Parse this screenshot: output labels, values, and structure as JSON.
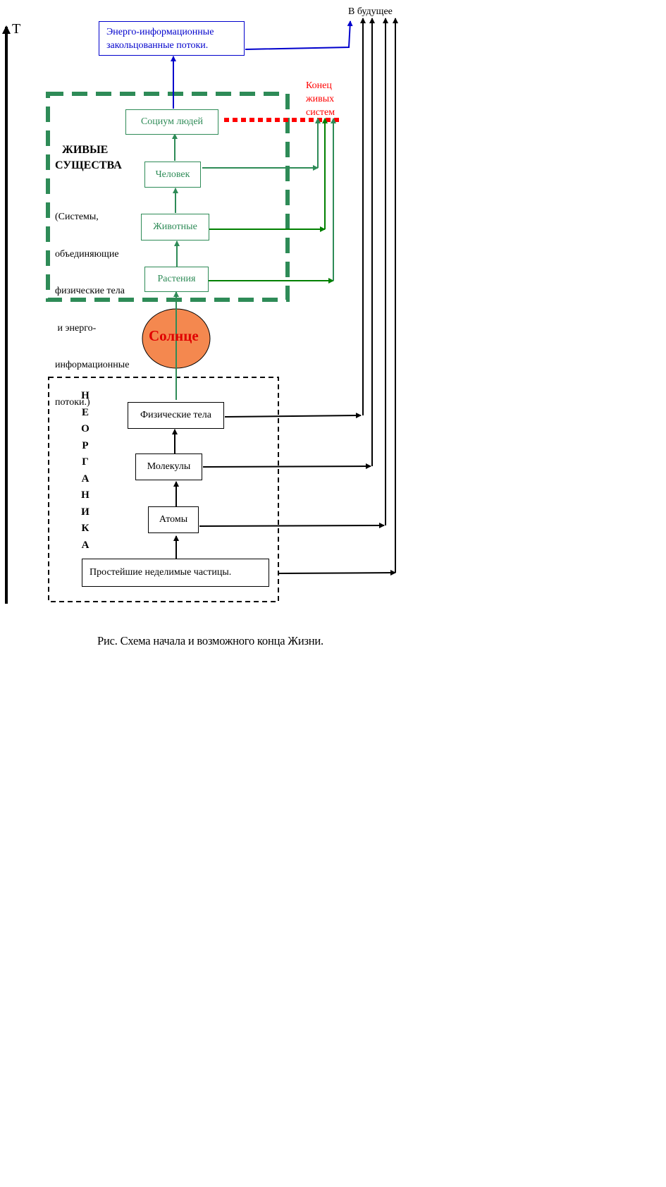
{
  "axis": {
    "label": "T"
  },
  "future_label": "В будущее",
  "energy_box": {
    "line1": "Энерго-информационные",
    "line2": "закольцованные потоки."
  },
  "end_label": {
    "line1": "Конец",
    "line2": "живых",
    "line3": "систем"
  },
  "living": {
    "title_line1": "ЖИВЫЕ",
    "title_line2": "СУЩЕСТВА",
    "desc": [
      "(Системы,",
      "объединяющие",
      "физические тела",
      " и энерго-",
      "информационные",
      "потоки.)"
    ],
    "nodes": {
      "society": "Социум людей",
      "human": "Человек",
      "animals": "Животные",
      "plants": "Растения"
    }
  },
  "sun": {
    "label": "Солнце"
  },
  "inorganic": {
    "title_letters": [
      "Н",
      "Е",
      "О",
      "Р",
      "Г",
      "А",
      "Н",
      "И",
      "К",
      "А"
    ],
    "nodes": {
      "bodies": "Физические тела",
      "molecules": "Молекулы",
      "atoms": "Атомы",
      "particles": "Простейшие неделимые частицы."
    }
  },
  "caption": "Рис. Схема начала и возможного конца Жизни.",
  "colors": {
    "green": "#2e8b57",
    "dark_green": "#008000",
    "blue": "#0000cc",
    "red": "#ff0000",
    "sun_fill": "#f4884f"
  }
}
